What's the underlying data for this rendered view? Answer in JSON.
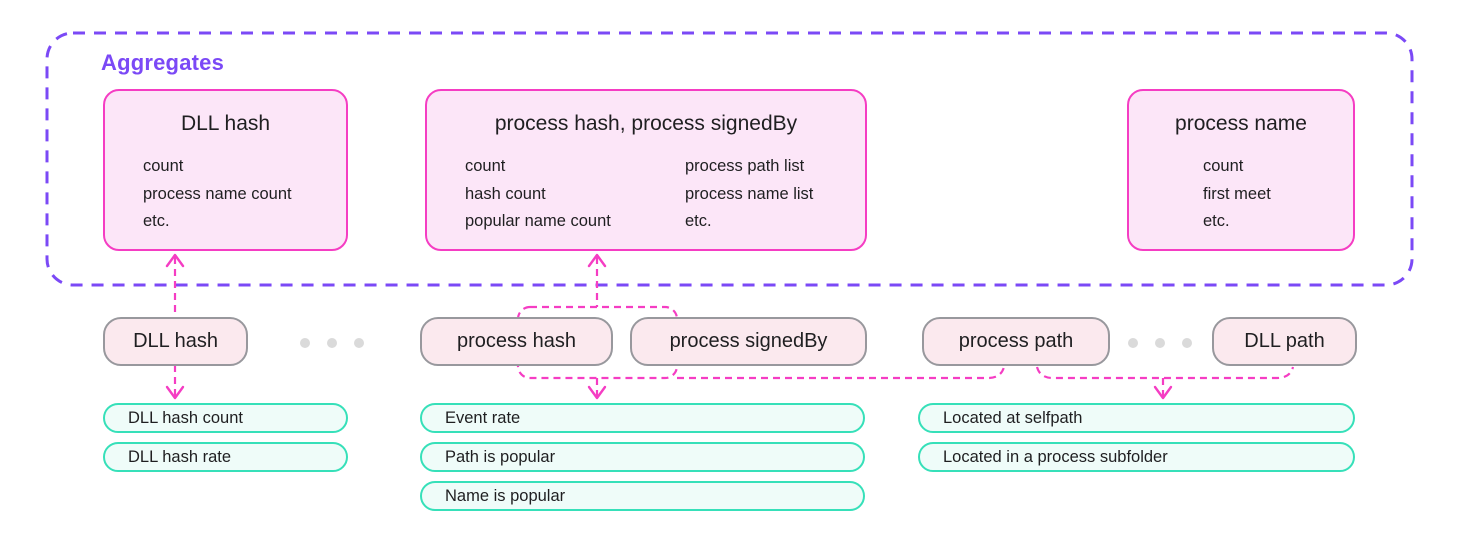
{
  "diagram": {
    "aggregates": {
      "label": "Aggregates",
      "boxes": [
        {
          "title": "DLL hash",
          "items": [
            "count",
            "process name count",
            "etc."
          ]
        },
        {
          "title": "process hash, process signedBy",
          "items_col1": [
            "count",
            "hash count",
            "popular name count"
          ],
          "items_col2": [
            "process path list",
            "process name list",
            "etc."
          ]
        },
        {
          "title": "process name",
          "items": [
            "count",
            "first meet",
            "etc."
          ]
        }
      ]
    },
    "fields": {
      "pills": [
        "DLL hash",
        "process hash",
        "process signedBy",
        "process path",
        "DLL path"
      ]
    },
    "detections": {
      "left_column": [
        "DLL hash count",
        "DLL hash rate"
      ],
      "center_column": [
        "Event rate",
        "Path is popular",
        "Name is popular"
      ],
      "right_column": [
        "Located at selfpath",
        "Located in a process subfolder"
      ]
    },
    "colors": {
      "aggregates_outline_purple": "#7b49f6",
      "aggregate_box_border_magenta": "#f53dc3",
      "aggregate_box_fill": "#fce6f8",
      "connector_magenta": "#f53dc3",
      "pill_fill": "#fbe9ee",
      "pill_border_gray": "#98989d",
      "teal_border": "#36e0b9",
      "teal_fill": "#effcf9",
      "text": "#1f1f21",
      "ellipsis_dots": "#dadada"
    }
  }
}
